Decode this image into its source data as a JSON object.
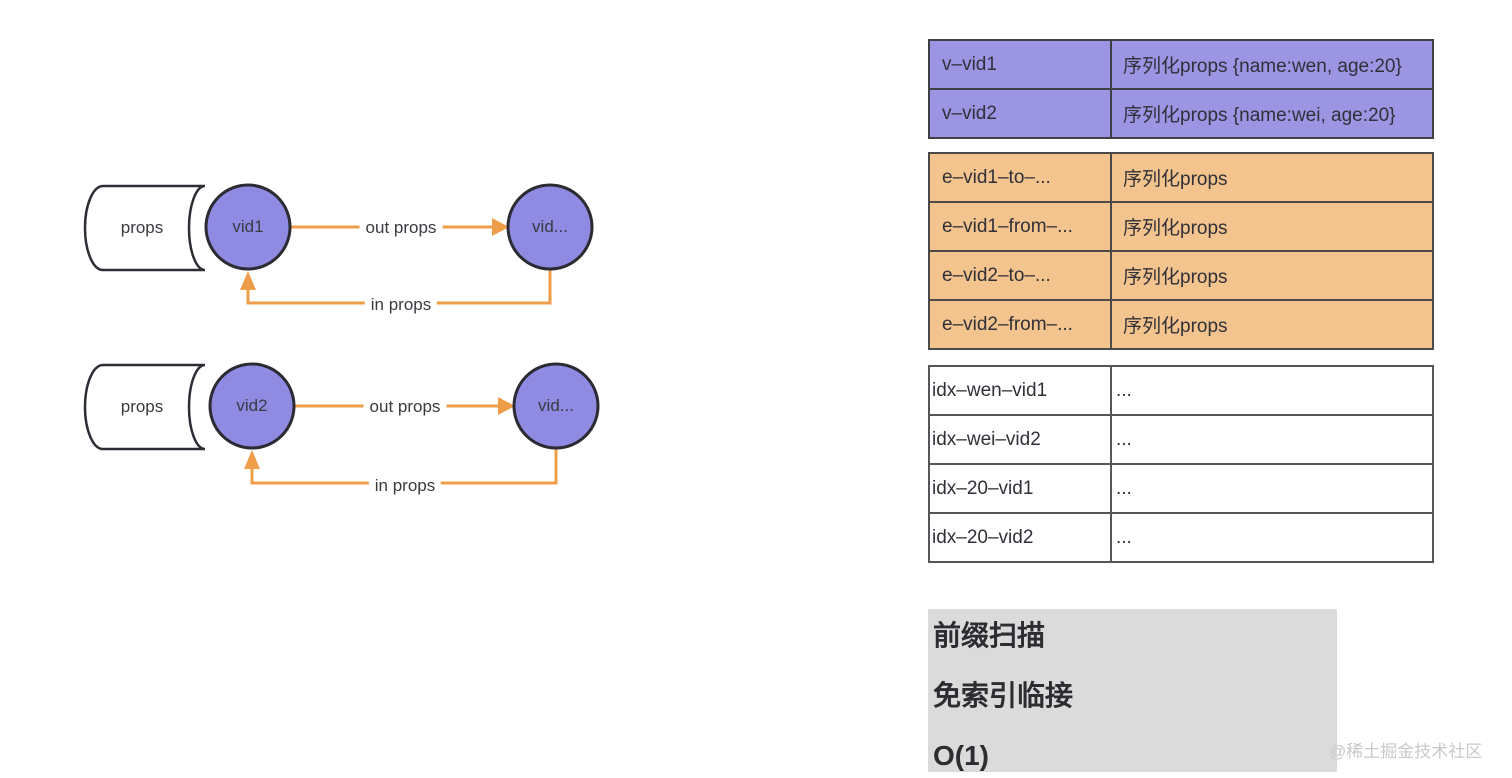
{
  "diagrams": [
    {
      "store_label": "props",
      "source_vertex": "vid1",
      "target_vertex": "vid...",
      "out_edge_label": "out props",
      "in_edge_label": "in props"
    },
    {
      "store_label": "props",
      "source_vertex": "vid2",
      "target_vertex": "vid...",
      "out_edge_label": "out props",
      "in_edge_label": "in props"
    }
  ],
  "tables": {
    "vertex_table": {
      "rows": [
        {
          "key": "v–vid1",
          "value": "序列化props {name:wen, age:20}"
        },
        {
          "key": "v–vid2",
          "value": "序列化props {name:wei, age:20}"
        }
      ]
    },
    "edge_table": {
      "rows": [
        {
          "key": "e–vid1–to–...",
          "value": "序列化props"
        },
        {
          "key": "e–vid1–from–...",
          "value": "序列化props"
        },
        {
          "key": "e–vid2–to–...",
          "value": "序列化props"
        },
        {
          "key": "e–vid2–from–...",
          "value": "序列化props"
        }
      ]
    },
    "index_table": {
      "rows": [
        {
          "key": "idx–wen–vid1",
          "value": "..."
        },
        {
          "key": "idx–wei–vid2",
          "value": "..."
        },
        {
          "key": "idx–20–vid1",
          "value": "..."
        },
        {
          "key": "idx–20–vid2",
          "value": "..."
        }
      ]
    }
  },
  "notes": {
    "lines": [
      "前缀扫描",
      "免索引临接",
      "O(1)"
    ]
  },
  "watermark": "@稀土掘金技术社区",
  "colors": {
    "vertex_fill": "#8f8ae2",
    "vertex_table_fill": "#9b95e3",
    "edge_table_fill": "#f3c48e",
    "arrow": "#ee9d49",
    "notes_bg": "#dbdbdb"
  }
}
